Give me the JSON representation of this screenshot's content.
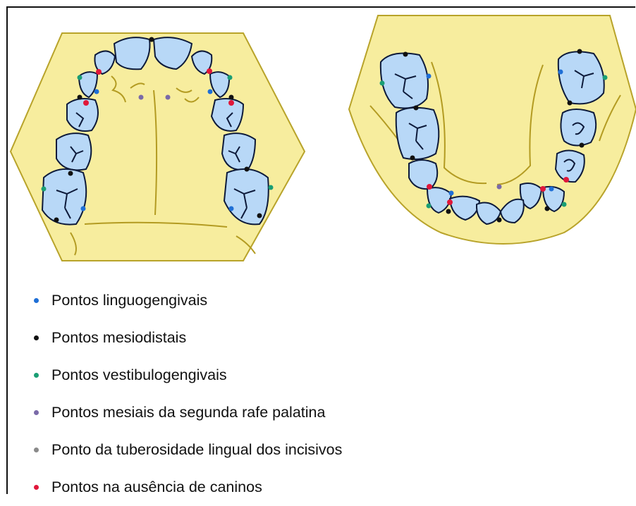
{
  "legend": [
    {
      "label": "Pontos linguogengivais",
      "color": "#1f6fd6"
    },
    {
      "label": "Pontos mesiodistais",
      "color": "#111111"
    },
    {
      "label": "Pontos vestibulogengivais",
      "color": "#1a9e74"
    },
    {
      "label": "Pontos mesiais da segunda rafe palatina",
      "color": "#7a6aa8"
    },
    {
      "label": "Ponto da tuberosidade lingual dos incisivos",
      "color": "#8a8a8a"
    },
    {
      "label": "Pontos na ausência de caninos",
      "color": "#e0173a"
    }
  ],
  "colors": {
    "palate": "#f7ed9e",
    "palate_outline": "#b8a32a",
    "tooth_fill": "#b8d8f7",
    "tooth_outline": "#0d1a3a"
  }
}
